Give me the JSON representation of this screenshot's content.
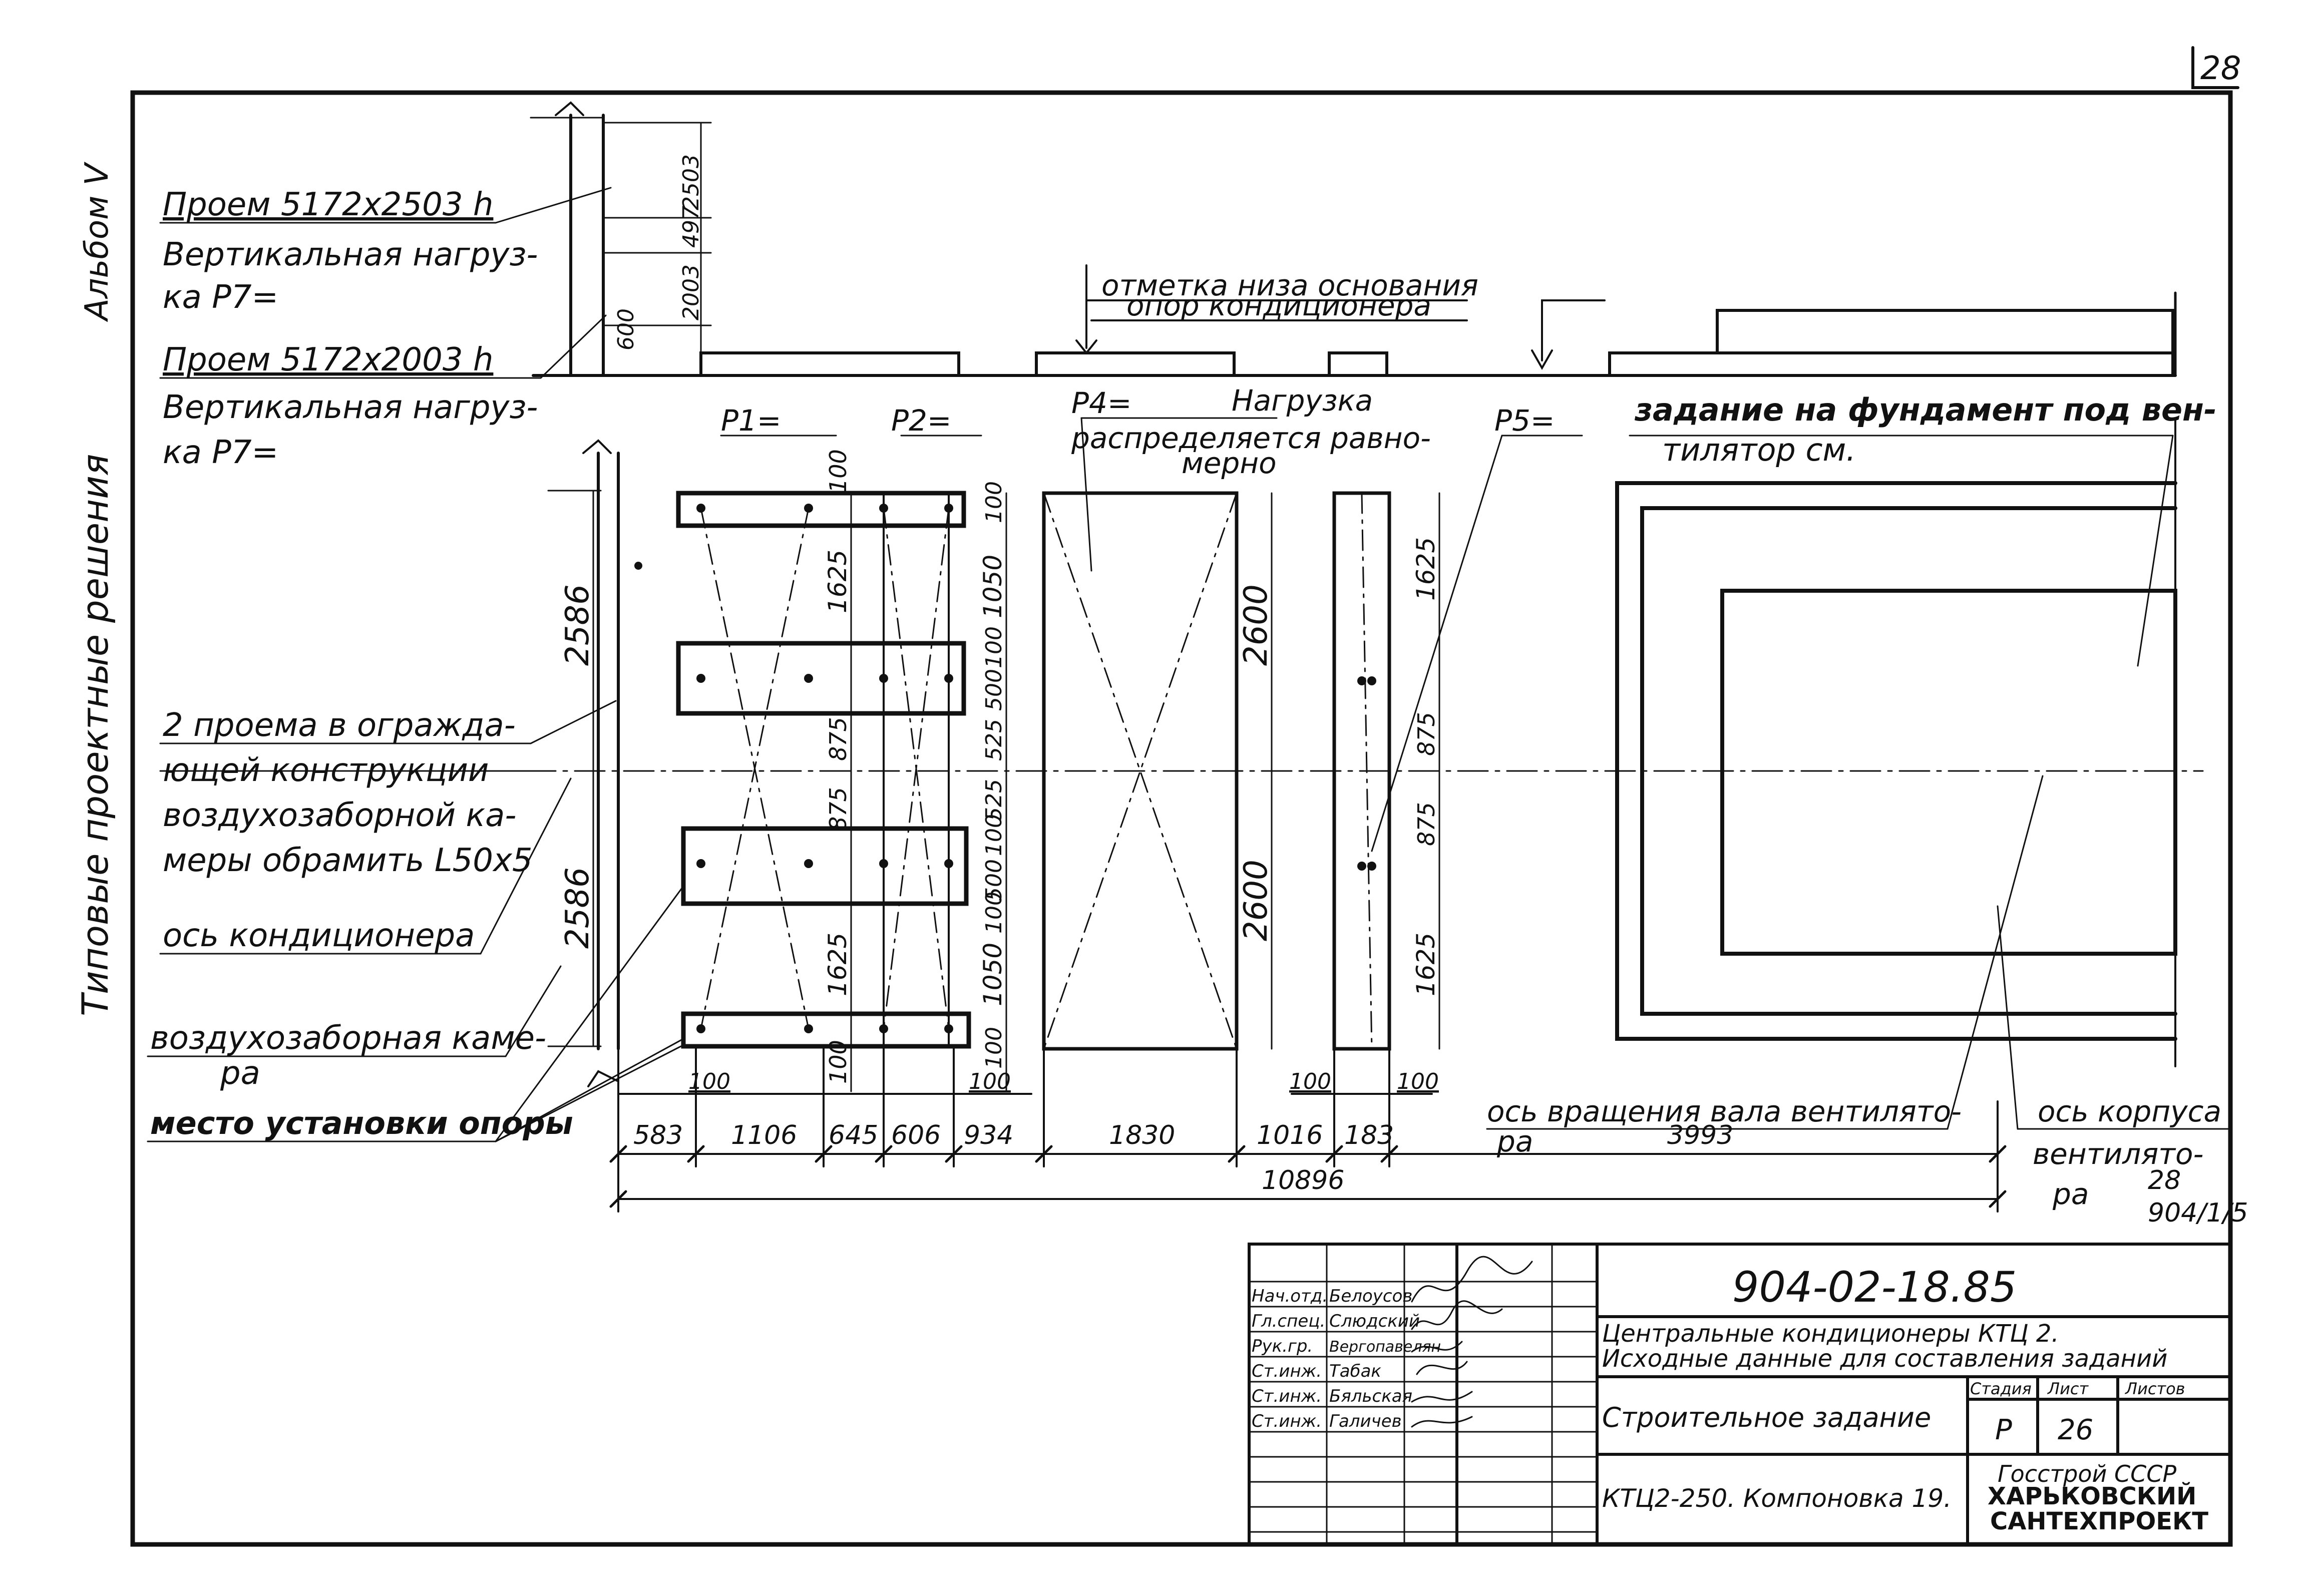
{
  "page": {
    "number": "28",
    "album": "Альбом V",
    "series_side": "Типовые проектные решения",
    "stamp_corner": "28\n904/1/5"
  },
  "left_labels": {
    "opening1": "Проем 5172х2503 h",
    "vload1_a": "Вертикальная нагруз-",
    "vload1_b": "ка  P7=",
    "opening2": "Проем 5172х2003 h",
    "vload2_a": "Вертикальная нагруз-",
    "vload2_b": "ка  P7=",
    "frame_a": "2 проема в огражда-",
    "frame_b": "ющей конструкции",
    "frame_c": "воздухозаборной ка-",
    "frame_d": "меры обрамить L50x5",
    "axis": "ось кондиционера",
    "chamber_a": "воздухозаборная каме-",
    "chamber_b": "ра",
    "support": "место установки опоры"
  },
  "top_labels": {
    "mark_a": "отметка низа основания",
    "mark_b": "опор  кондиционера"
  },
  "plan_labels": {
    "p1": "P1=",
    "p2": "P2=",
    "p4": "P4=",
    "load_a": "Нагрузка",
    "load_b": "распределяется равно-",
    "load_c": "мерно",
    "p5": "P5=",
    "fan_a": "задание на фундамент под вен-",
    "fan_b": "тилятор см.",
    "shaft_a": "ось вращения вала вентилято-",
    "shaft_b": "ра",
    "body_a": "ось корпуса",
    "body_b": "вентилято-",
    "body_c": "ра",
    "ref_a": "28",
    "ref_b": "904/1/5"
  },
  "dims": {
    "elev": [
      "2503",
      "497",
      "2003",
      "600"
    ],
    "left_v": [
      "2586",
      "2586"
    ],
    "p1_v": [
      "100",
      "1625",
      "875",
      "875",
      "1625",
      "100"
    ],
    "p2_v": [
      "100",
      "1050",
      "100",
      "500",
      "525",
      "525",
      "100",
      "500",
      "100",
      "1050",
      "100"
    ],
    "p4_v": [
      "2600",
      "2600"
    ],
    "p5_v": [
      "1625",
      "875",
      "875",
      "1625"
    ],
    "bottom_small": [
      "100",
      "100",
      "100",
      "100"
    ],
    "bottom_chain": [
      "583",
      "1106",
      "645",
      "606",
      "934",
      "1830",
      "1016",
      "183",
      "3993"
    ],
    "total": "10896"
  },
  "title_block": {
    "doc_no": "904-02-18.85",
    "title_a": "Центральные кондиционеры  КТЦ 2.",
    "title_b": "Исходные данные для составления заданий",
    "stage_h": "Стадия",
    "sheet_h": "Лист",
    "sheets_h": "Листов",
    "stage": "Р",
    "sheet": "26",
    "task": "Строительное задание",
    "layout": "КТЦ2-250. Компоновка 19.",
    "org_a": "Госстрой СССР",
    "org_b": "ХАРЬКОВСКИЙ",
    "org_c": "САНТЕХПРОЕКТ",
    "roles": [
      "Нач.отд.",
      "Гл.спец.",
      "Рук.гр.",
      "Ст.инж.",
      "Ст.инж.",
      "Ст.инж."
    ],
    "names": [
      "Белоусов",
      "Слюдский",
      "Вергопавелян",
      "Табак",
      "Бяльская",
      "Галичев"
    ]
  },
  "colors": {
    "ink": "#111111",
    "paper": "#ffffff"
  }
}
